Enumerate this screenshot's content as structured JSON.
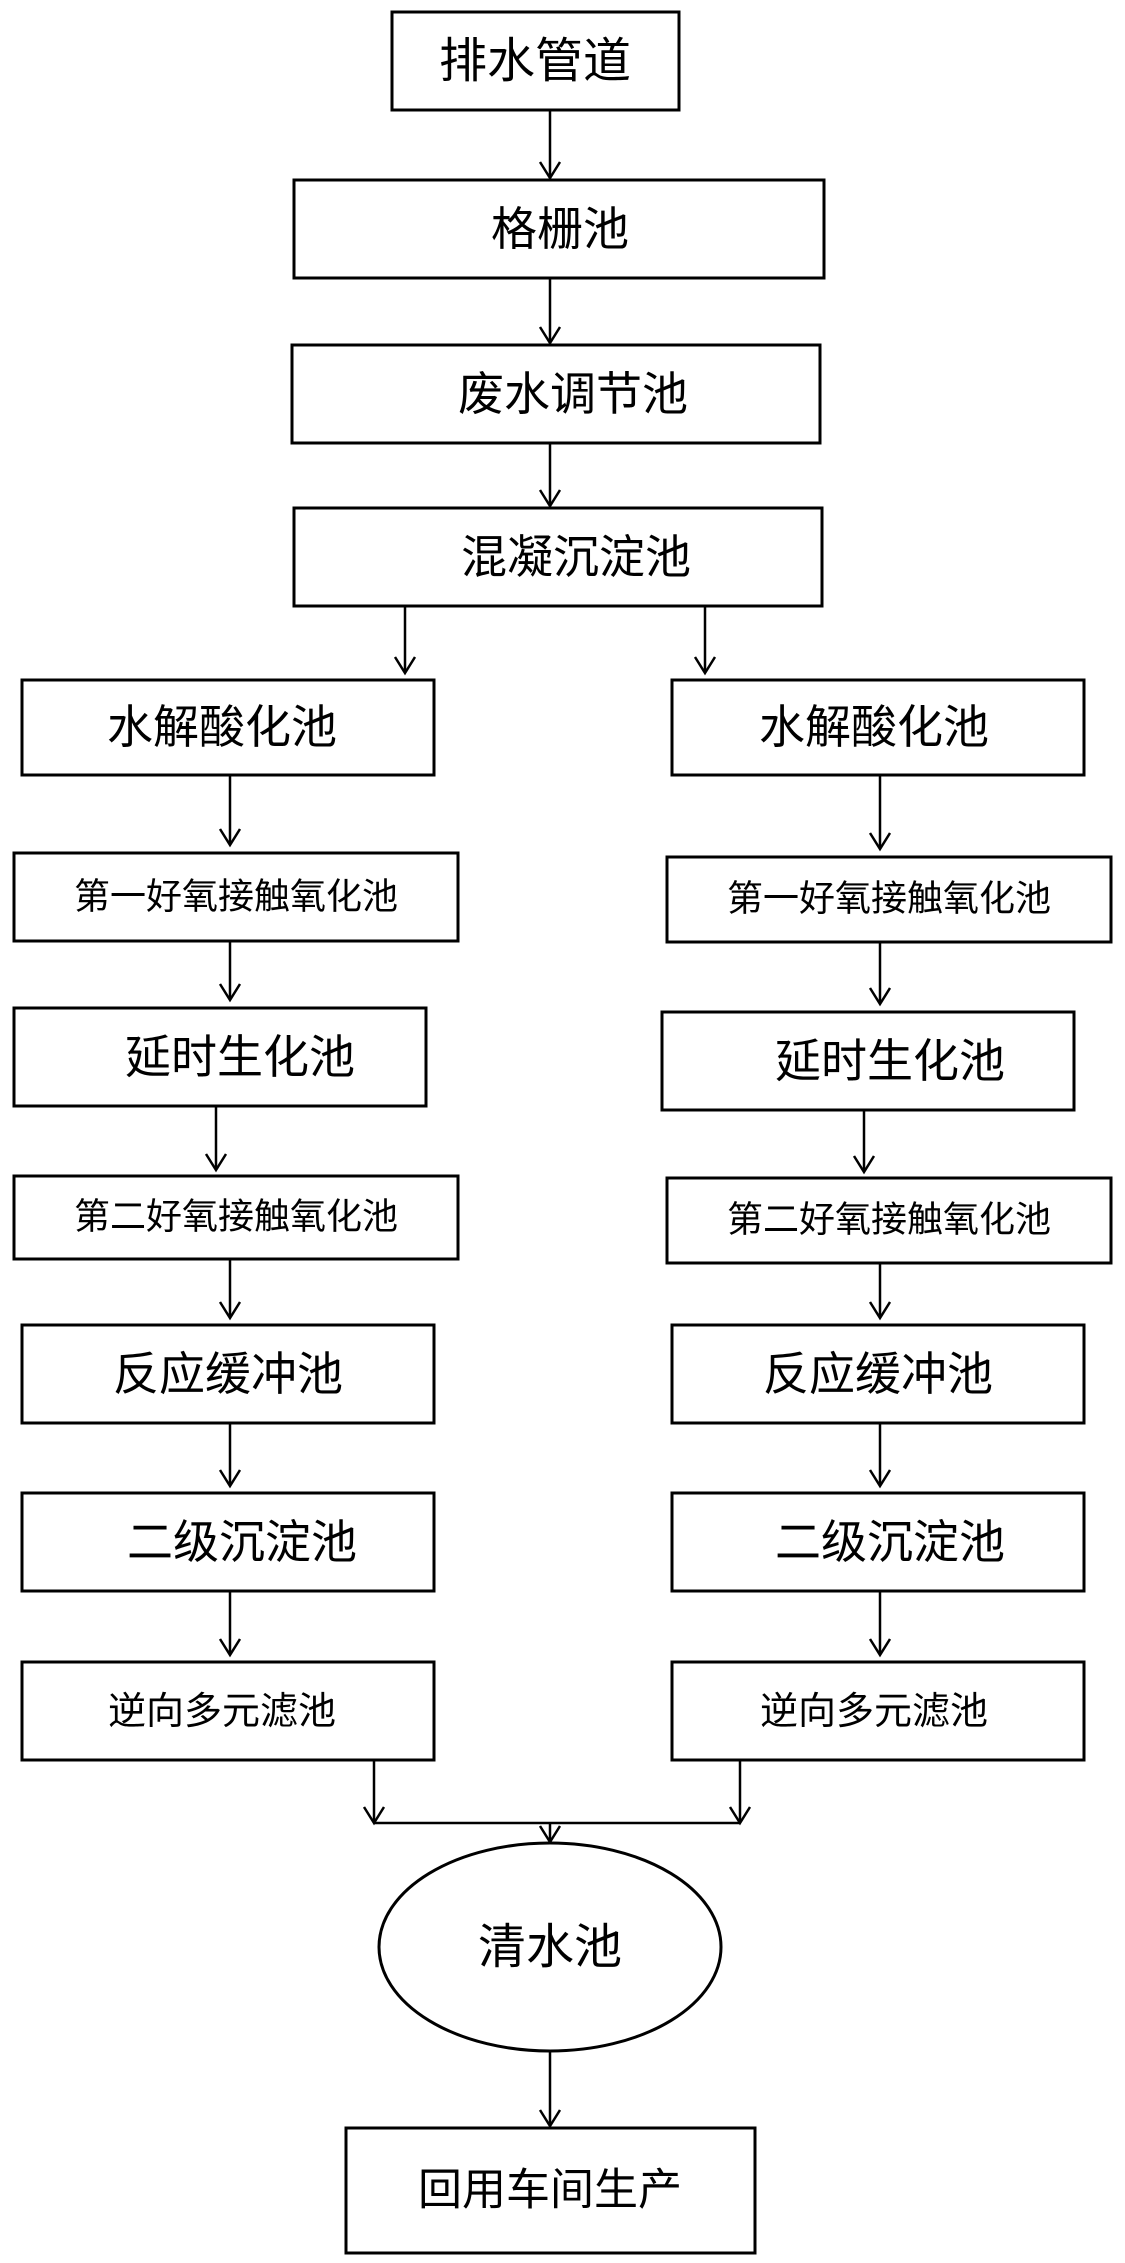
{
  "diagram": {
    "top": {
      "drain_pipe": "排水管道",
      "grid_tank": "格栅池",
      "regulating_tank": "废水调节池",
      "coag_sed_tank": "混凝沉淀池"
    },
    "left_branch": {
      "hydrolysis": "水解酸化池",
      "first_aerobic": "第一好氧接触氧化池",
      "delay_biochem": "延时生化池",
      "second_aerobic": "第二好氧接触氧化池",
      "buffer": "反应缓冲池",
      "secondary_sed": "二级沉淀池",
      "reverse_filter": "逆向多元滤池"
    },
    "right_branch": {
      "hydrolysis": "水解酸化池",
      "first_aerobic": "第一好氧接触氧化池",
      "delay_biochem": "延时生化池",
      "second_aerobic": "第二好氧接触氧化池",
      "buffer": "反应缓冲池",
      "secondary_sed": "二级沉淀池",
      "reverse_filter": "逆向多元滤池"
    },
    "bottom": {
      "clear_water": "清水池",
      "reuse": "回用车间生产"
    }
  }
}
